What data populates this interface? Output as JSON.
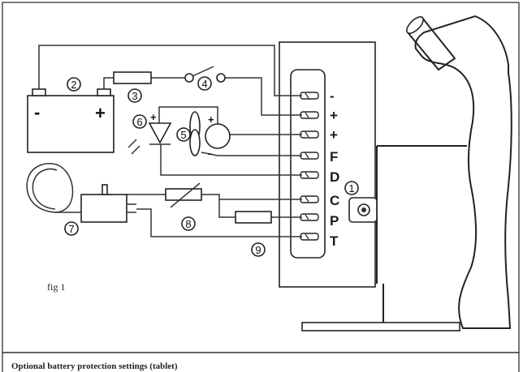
{
  "figure": {
    "caption": "fig 1",
    "bottom_text": "Optional battery protection settings (tablet)"
  },
  "terminals": [
    "-",
    "+",
    "+",
    "F",
    "D",
    "C",
    "P",
    "T"
  ],
  "battery": {
    "minus": "-",
    "plus": "+"
  },
  "component_numbers": {
    "compressor": "1",
    "battery": "2",
    "fuse": "3",
    "switch": "4",
    "fan": "5",
    "led": "6",
    "thermostat": "7",
    "resistor_variable": "8",
    "resistor": "9"
  },
  "polarity": {
    "fan_plus": "+",
    "fan_minus": "-",
    "led_plus": "+"
  }
}
